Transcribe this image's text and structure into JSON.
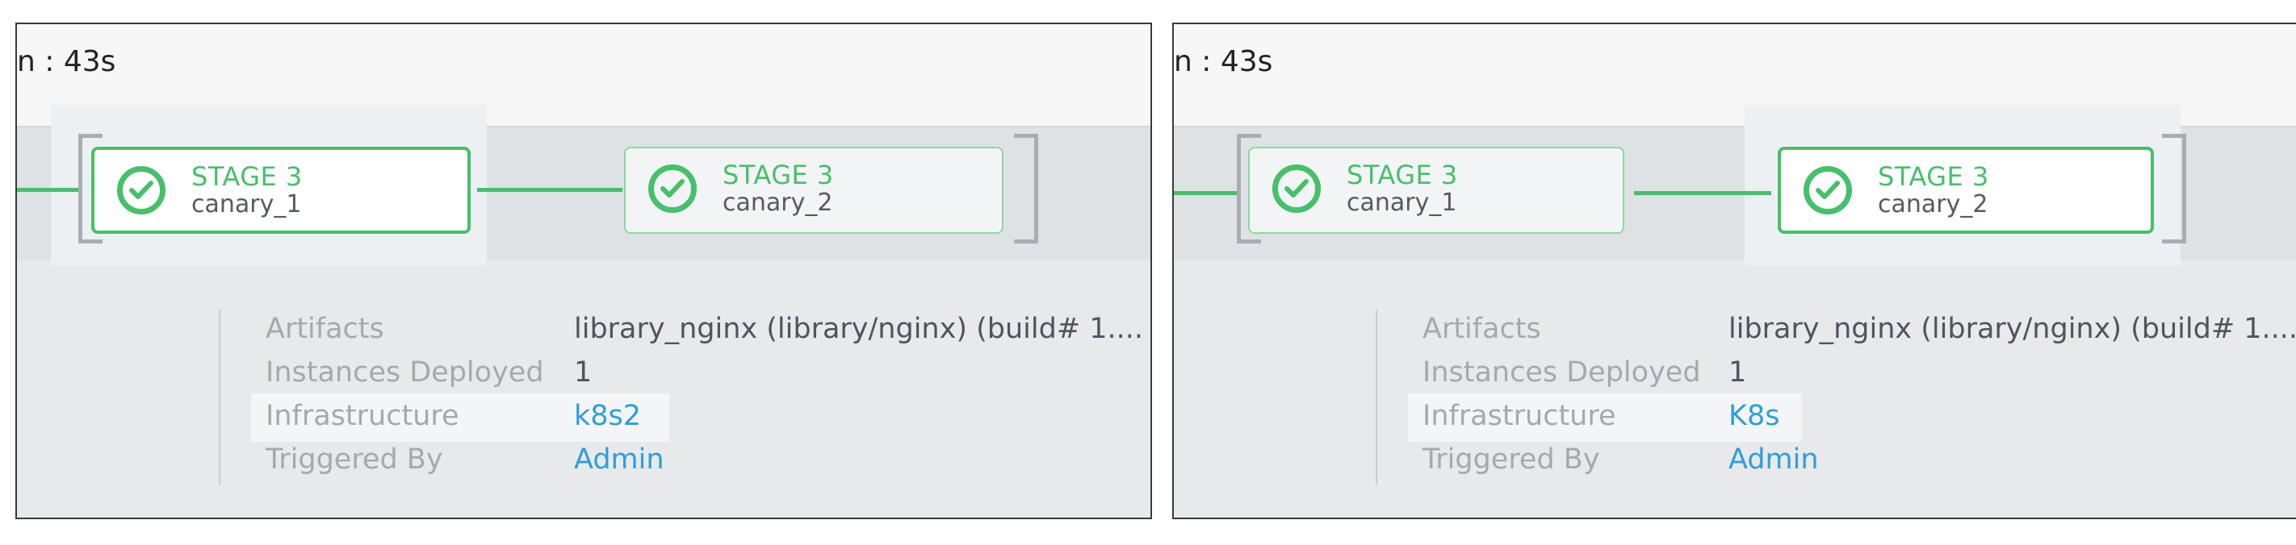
{
  "panels": [
    {
      "duration": "n : 43s",
      "stages": [
        {
          "title": "STAGE 3",
          "subtitle": "canary_1"
        },
        {
          "title": "STAGE 3",
          "subtitle": "canary_2"
        }
      ],
      "details": {
        "artifacts_label": "Artifacts",
        "artifacts_value": "library_nginx (library/nginx) (build# 1....",
        "instances_label": "Instances Deployed",
        "instances_value": "1",
        "infrastructure_label": "Infrastructure",
        "infrastructure_value": "k8s2",
        "triggered_label": "Triggered By",
        "triggered_value": "Admin"
      }
    },
    {
      "duration": "n : 43s",
      "stages": [
        {
          "title": "STAGE 3",
          "subtitle": "canary_1"
        },
        {
          "title": "STAGE 3",
          "subtitle": "canary_2"
        }
      ],
      "details": {
        "artifacts_label": "Artifacts",
        "artifacts_value": "library_nginx (library/nginx) (build# 1....",
        "instances_label": "Instances Deployed",
        "instances_value": "1",
        "infrastructure_label": "Infrastructure",
        "infrastructure_value": "K8s",
        "triggered_label": "Triggered By",
        "triggered_value": "Admin"
      }
    }
  ],
  "colors": {
    "success_green": "#46c06a",
    "link_blue": "#2f9fd8",
    "label_gray": "#a4a9b0"
  },
  "icons": {
    "stage_status": "check-circle-icon"
  }
}
